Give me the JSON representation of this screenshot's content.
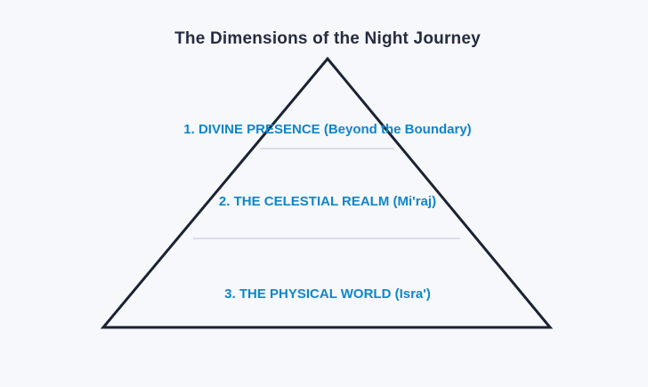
{
  "page": {
    "background": "#f7f8fc"
  },
  "title": {
    "text": "The Dimensions of the Night Journey",
    "color": "#262d40"
  },
  "pyramid": {
    "stroke_color": "#1a2233",
    "divider_color": "#dade5",
    "divider_color_fixed": "#d9dde6",
    "label_color": "#1086c8",
    "levels": [
      {
        "label": "1. DIVINE PRESENCE (Beyond the Boundary)"
      },
      {
        "label": "2. THE CELESTIAL REALM (Mi'raj)"
      },
      {
        "label": "3. THE PHYSICAL WORLD (Isra')"
      }
    ]
  }
}
